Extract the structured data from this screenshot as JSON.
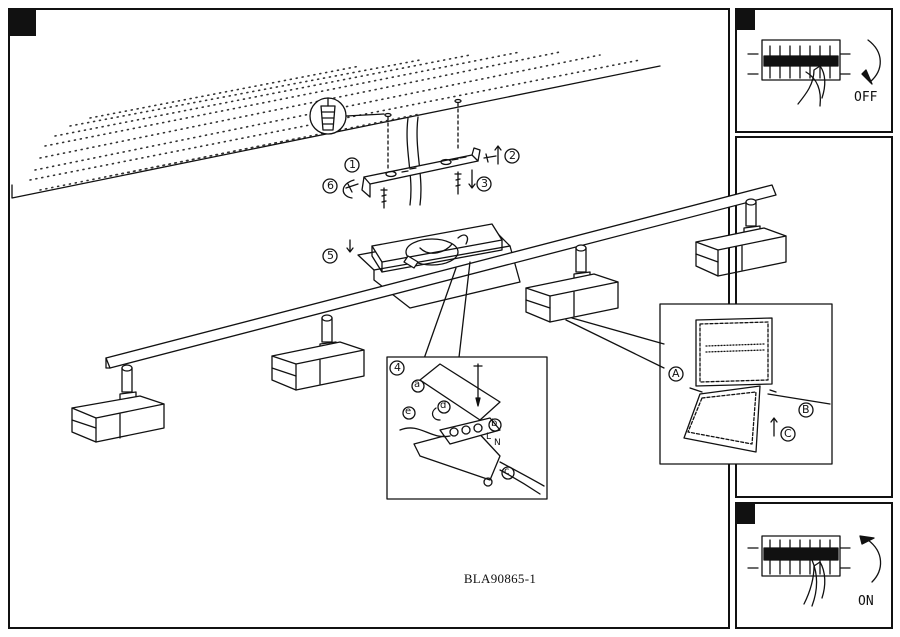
{
  "diagram": {
    "model_code": "BLA90865-1",
    "switch_off_label": "OFF",
    "switch_on_label": "ON",
    "step_labels": {
      "s1": "1",
      "s2": "2",
      "s3": "3",
      "s4": "4",
      "s5": "5",
      "s6": "6"
    },
    "detail_labels": {
      "a": "a",
      "b": "b",
      "c": "c",
      "d": "d",
      "e": "e"
    },
    "tool_labels": {
      "A": "A",
      "B": "B",
      "C": "C"
    },
    "wire_labels": {
      "L": "L",
      "N": "N"
    }
  }
}
